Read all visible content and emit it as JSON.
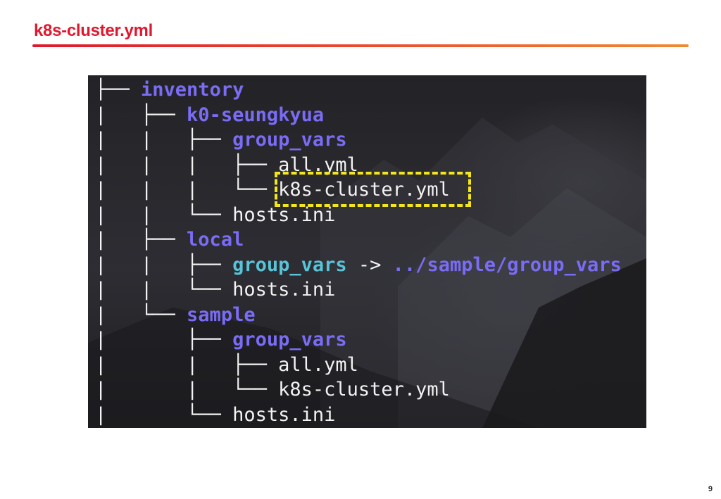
{
  "slide": {
    "title": "k8s-cluster.yml",
    "page_number": "9"
  },
  "colors": {
    "title": "#e0182d",
    "rule_start": "#e0182d",
    "rule_end": "#f08a32",
    "directory": "#7a6cf5",
    "symlink": "#58c4d8",
    "file": "#f2f2f2",
    "highlight_border": "#f4e61a"
  },
  "tree": {
    "lines": [
      {
        "prefix": "├── ",
        "name": "inventory",
        "type": "dir",
        "suffix": "",
        "target": ""
      },
      {
        "prefix": "|   ├── ",
        "name": "k0-seungkyua",
        "type": "dir",
        "suffix": "",
        "target": ""
      },
      {
        "prefix": "|   |   ├── ",
        "name": "group_vars",
        "type": "dir",
        "suffix": "",
        "target": ""
      },
      {
        "prefix": "|   |   |   ├── ",
        "name": "all.yml",
        "type": "file",
        "suffix": "",
        "target": ""
      },
      {
        "prefix": "|   |   |   └── ",
        "name": "k8s-cluster.yml",
        "type": "file",
        "suffix": "",
        "target": "",
        "highlighted": true
      },
      {
        "prefix": "|   |   └── ",
        "name": "hosts.ini",
        "type": "file",
        "suffix": "",
        "target": ""
      },
      {
        "prefix": "|   ├── ",
        "name": "local",
        "type": "dir",
        "suffix": "",
        "target": ""
      },
      {
        "prefix": "|   |   ├── ",
        "name": "group_vars",
        "type": "link",
        "suffix": " -> ",
        "target": "../sample/group_vars"
      },
      {
        "prefix": "|   |   └── ",
        "name": "hosts.ini",
        "type": "file",
        "suffix": "",
        "target": ""
      },
      {
        "prefix": "|   └── ",
        "name": "sample",
        "type": "dir",
        "suffix": "",
        "target": ""
      },
      {
        "prefix": "|       ├── ",
        "name": "group_vars",
        "type": "dir",
        "suffix": "",
        "target": ""
      },
      {
        "prefix": "|       |   ├── ",
        "name": "all.yml",
        "type": "file",
        "suffix": "",
        "target": ""
      },
      {
        "prefix": "|       |   └── ",
        "name": "k8s-cluster.yml",
        "type": "file",
        "suffix": "",
        "target": ""
      },
      {
        "prefix": "|       └── ",
        "name": "hosts.ini",
        "type": "file",
        "suffix": "",
        "target": ""
      }
    ]
  }
}
